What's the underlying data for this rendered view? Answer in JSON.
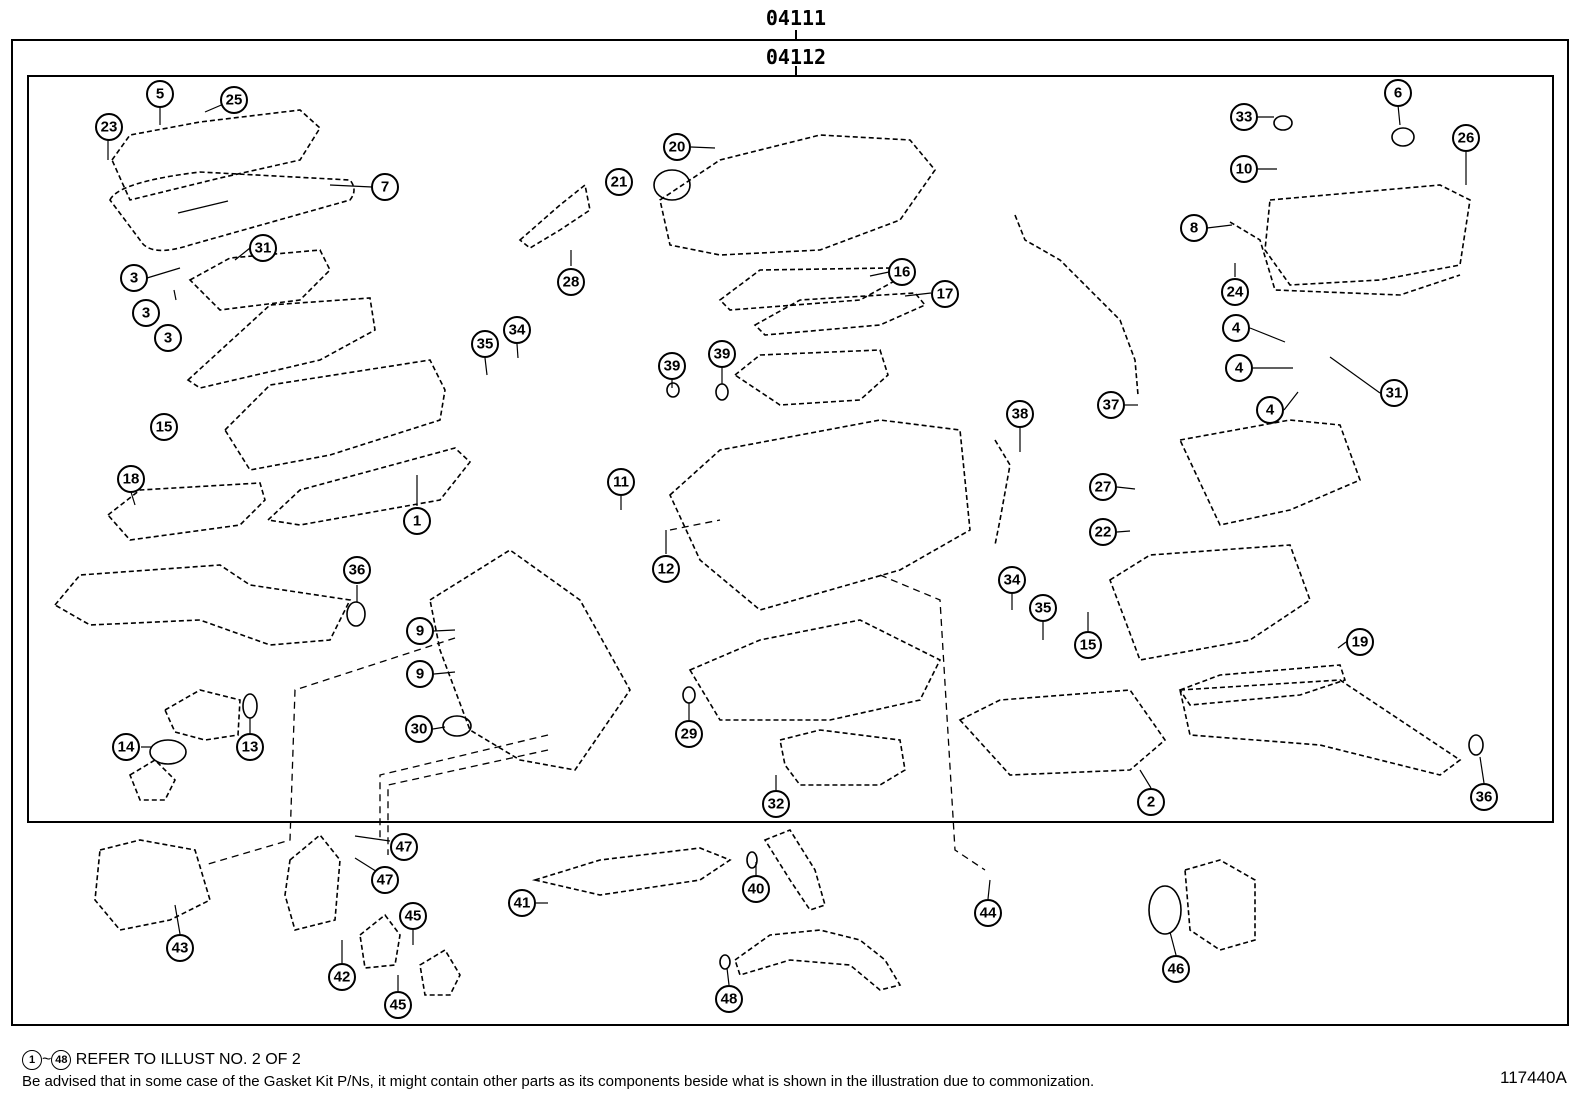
{
  "header": {
    "kit_number": "04111",
    "subkit_number": "04112"
  },
  "callouts": [
    {
      "id": "c23",
      "label": "23"
    },
    {
      "id": "c5",
      "label": "5"
    },
    {
      "id": "c25",
      "label": "25"
    },
    {
      "id": "c7",
      "label": "7"
    },
    {
      "id": "c3a",
      "label": "3"
    },
    {
      "id": "c31a",
      "label": "31"
    },
    {
      "id": "c3b",
      "label": "3"
    },
    {
      "id": "c3c",
      "label": "3"
    },
    {
      "id": "c15a",
      "label": "15"
    },
    {
      "id": "c18",
      "label": "18"
    },
    {
      "id": "c1",
      "label": "1"
    },
    {
      "id": "c35a",
      "label": "35"
    },
    {
      "id": "c34a",
      "label": "34"
    },
    {
      "id": "c20",
      "label": "20"
    },
    {
      "id": "c21",
      "label": "21"
    },
    {
      "id": "c28",
      "label": "28"
    },
    {
      "id": "c16",
      "label": "16"
    },
    {
      "id": "c17",
      "label": "17"
    },
    {
      "id": "c39a",
      "label": "39"
    },
    {
      "id": "c39b",
      "label": "39"
    },
    {
      "id": "c11",
      "label": "11"
    },
    {
      "id": "c12",
      "label": "12"
    },
    {
      "id": "c36a",
      "label": "36"
    },
    {
      "id": "c9a",
      "label": "9"
    },
    {
      "id": "c9b",
      "label": "9"
    },
    {
      "id": "c30",
      "label": "30"
    },
    {
      "id": "c14",
      "label": "14"
    },
    {
      "id": "c13",
      "label": "13"
    },
    {
      "id": "c29",
      "label": "29"
    },
    {
      "id": "c32",
      "label": "32"
    },
    {
      "id": "c33",
      "label": "33"
    },
    {
      "id": "c6",
      "label": "6"
    },
    {
      "id": "c26",
      "label": "26"
    },
    {
      "id": "c10",
      "label": "10"
    },
    {
      "id": "c8",
      "label": "8"
    },
    {
      "id": "c24",
      "label": "24"
    },
    {
      "id": "c4a",
      "label": "4"
    },
    {
      "id": "c4b",
      "label": "4"
    },
    {
      "id": "c4c",
      "label": "4"
    },
    {
      "id": "c31b",
      "label": "31"
    },
    {
      "id": "c37",
      "label": "37"
    },
    {
      "id": "c38",
      "label": "38"
    },
    {
      "id": "c27",
      "label": "27"
    },
    {
      "id": "c22",
      "label": "22"
    },
    {
      "id": "c34b",
      "label": "34"
    },
    {
      "id": "c35b",
      "label": "35"
    },
    {
      "id": "c15b",
      "label": "15"
    },
    {
      "id": "c19",
      "label": "19"
    },
    {
      "id": "c2",
      "label": "2"
    },
    {
      "id": "c36b",
      "label": "36"
    },
    {
      "id": "c47a",
      "label": "47"
    },
    {
      "id": "c47b",
      "label": "47"
    },
    {
      "id": "c43",
      "label": "43"
    },
    {
      "id": "c42",
      "label": "42"
    },
    {
      "id": "c45a",
      "label": "45"
    },
    {
      "id": "c45b",
      "label": "45"
    },
    {
      "id": "c41",
      "label": "41"
    },
    {
      "id": "c40",
      "label": "40"
    },
    {
      "id": "c48",
      "label": "48"
    },
    {
      "id": "c44",
      "label": "44"
    },
    {
      "id": "c46",
      "label": "46"
    }
  ],
  "footer": {
    "range_start": "1",
    "range_end": "48",
    "range_sep": "~",
    "refer_note": "REFER TO ILLUST NO. 2 OF 2",
    "advisory": "Be advised that in some case of the Gasket Kit P/Ns,  it might contain other parts as its components beside what is shown in the illustration due to commonization.",
    "illustration_code": "117440A"
  }
}
